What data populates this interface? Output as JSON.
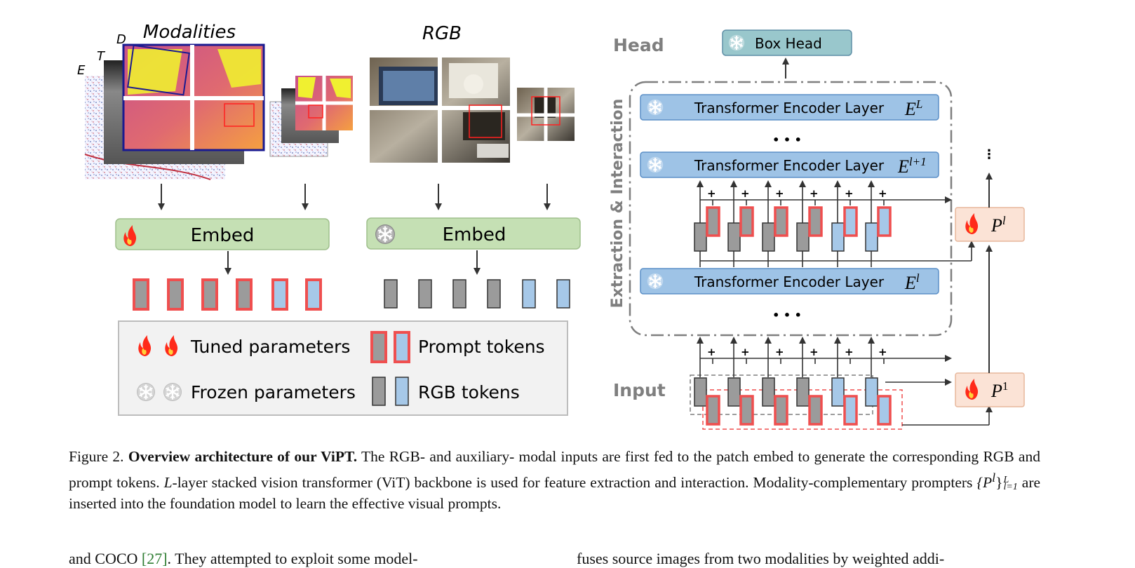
{
  "figure": {
    "left": {
      "modalities_title": "Modalities",
      "rgb_title": "RGB",
      "stack_letters": [
        "E",
        "T",
        "D"
      ],
      "embed_label": "Embed",
      "legend": {
        "tuned": "Tuned parameters",
        "frozen": "Frozen parameters",
        "prompt": "Prompt tokens",
        "rgb": "RGB tokens"
      }
    },
    "right": {
      "head_label": "Head",
      "input_label": "Input",
      "side_label": "Extraction & Interaction",
      "box_head": "Box Head",
      "encoder_label": "Transformer Encoder Layer",
      "layer_L": "E",
      "layer_L_sup": "L",
      "layer_l1": "E",
      "layer_l1_sup": "l+1",
      "layer_l": "E",
      "layer_l_sup": "l",
      "prompter_l": "P",
      "prompter_l_sup": "l",
      "prompter_1": "P",
      "prompter_1_sup": "1",
      "ellipsis": "• • •",
      "plus": "+"
    },
    "colors": {
      "prompt_red": "#ef4f4f",
      "rgb_blue": "#a6c8e8",
      "gray_token": "#9b9b9b",
      "embed_green": "#c5e0b4",
      "encoder_blue": "#9ec3e6",
      "prompter_peach": "#fbe3d6",
      "boxhead_teal": "#99c7cc"
    }
  },
  "caption": {
    "label": "Figure 2.",
    "bold": "Overview architecture of our ViPT.",
    "line1_rest": "The RGB- and auxiliary- modal inputs are first fed to the patch embed to generate the",
    "line2_pre": "corresponding RGB and prompt tokens.",
    "line2_L": "L",
    "line2_rest": "-layer stacked vision transformer (ViT) backbone is used for feature extraction and interaction.",
    "line3_pre": "Modality-complementary prompters",
    "line3_set": "{P",
    "line3_sup": "l",
    "line3_close": "}",
    "line3_sub": "l=1",
    "line3_supL": "L",
    "line3_rest": "are inserted into the foundation model to learn the effective visual prompts."
  },
  "body": {
    "left_pre": "and COCO ",
    "left_cite": "[27]",
    "left_post": ". They attempted to exploit some model-",
    "right_text": "fuses source images from two modalities by weighted addi-"
  }
}
